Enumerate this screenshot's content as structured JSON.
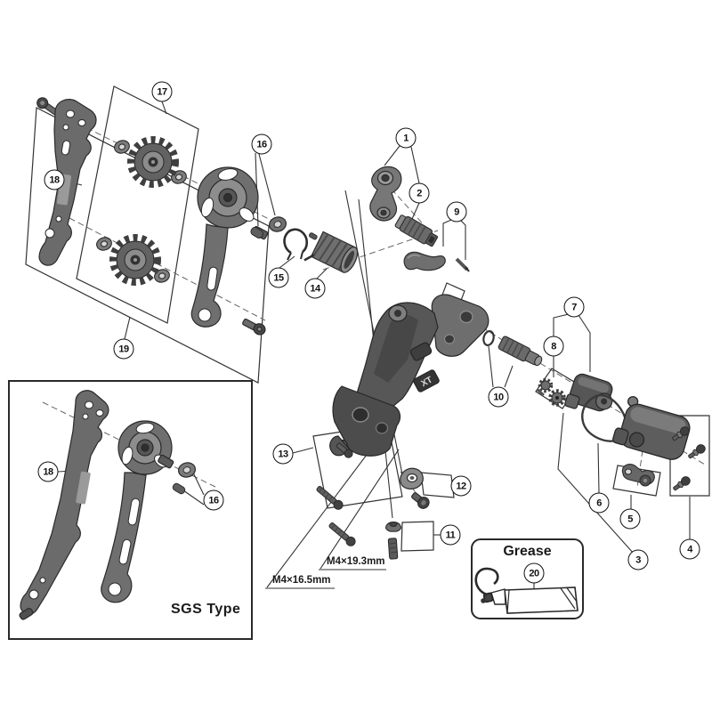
{
  "callouts": {
    "1": "1",
    "2": "2",
    "3": "3",
    "4": "4",
    "5": "5",
    "6": "6",
    "7": "7",
    "8": "8",
    "9": "9",
    "10": "10",
    "11": "11",
    "12": "12",
    "13": "13",
    "14": "14",
    "15": "15",
    "16": "16",
    "17": "17",
    "18": "18",
    "19": "19",
    "20": "20"
  },
  "labels": {
    "sgs_type": "SGS Type",
    "grease": "Grease",
    "m4_19_3": "M4×19.3mm",
    "m4_16_5": "M4×16.5mm",
    "body_logo": "XT"
  }
}
